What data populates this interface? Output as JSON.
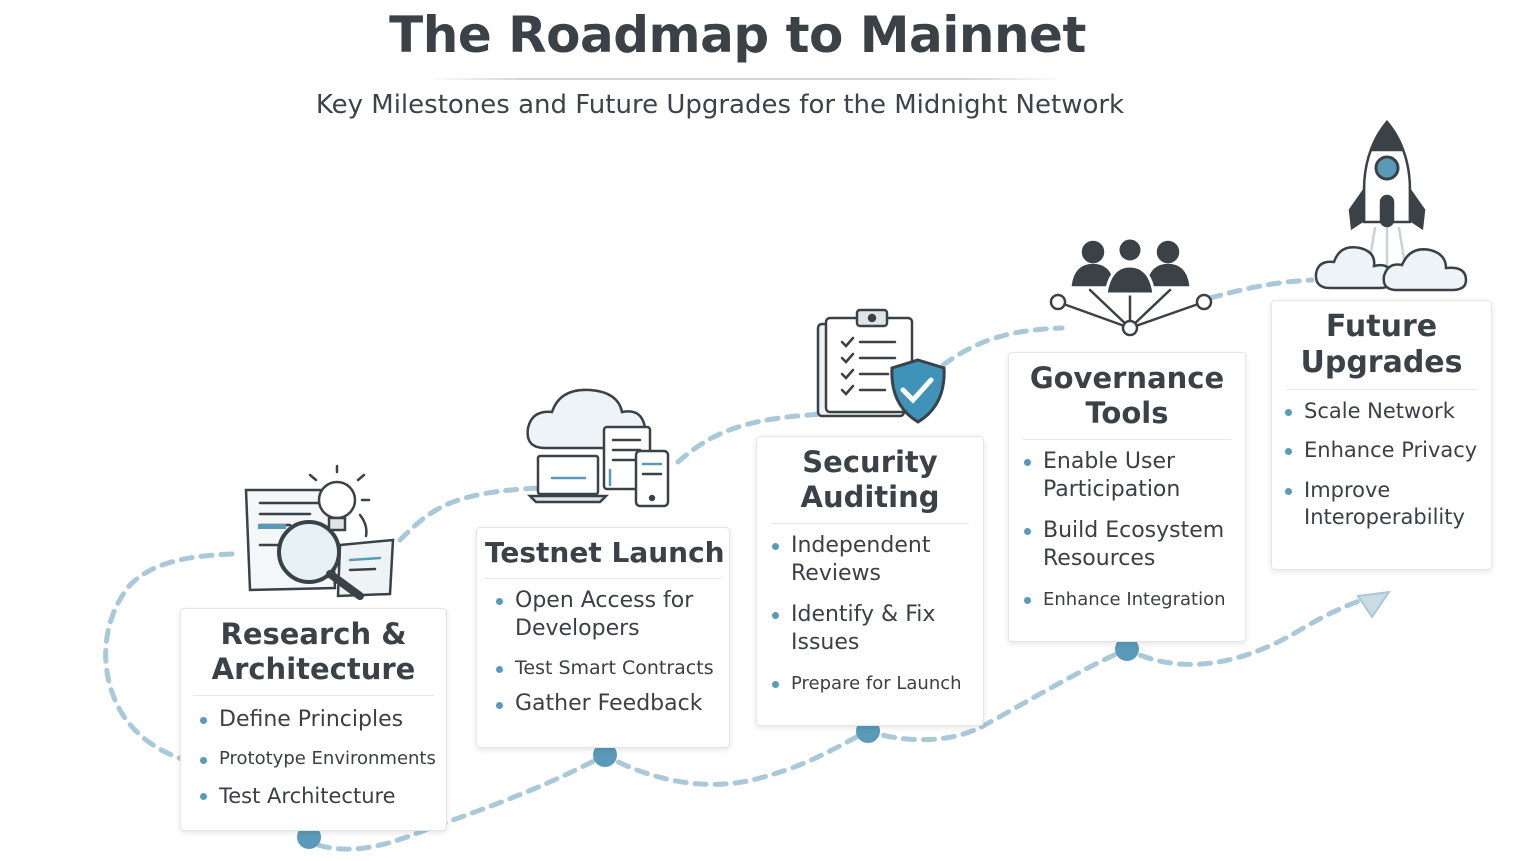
{
  "header": {
    "title": "The Roadmap to Mainnet",
    "subtitle": "Key Milestones and Future Upgrades for the Midnight Network"
  },
  "milestones": [
    {
      "title": "Research & Architecture",
      "icon": "magnifier-lightbulb-icon",
      "items": [
        "Define Principles",
        "Prototype Environments",
        "Test Architecture"
      ]
    },
    {
      "title": "Testnet Launch",
      "icon": "cloud-devices-icon",
      "items": [
        "Open Access for Developers",
        "Test Smart Contracts",
        "Gather Feedback"
      ]
    },
    {
      "title": "Security Auditing",
      "icon": "clipboard-shield-icon",
      "items": [
        "Independent Reviews",
        "Identify & Fix Issues",
        "Prepare for Launch"
      ]
    },
    {
      "title": "Governance Tools",
      "icon": "people-network-icon",
      "items": [
        "Enable User Participation",
        "Build Ecosystem Resources",
        "Enhance Integration"
      ]
    },
    {
      "title": "Future Upgrades",
      "icon": "rocket-icon",
      "items": [
        "Scale Network",
        "Enhance Privacy",
        "Improve Interoperability"
      ]
    }
  ],
  "colors": {
    "accent": "#5a9ab8",
    "dark": "#3a4248",
    "path": "#a9c8d8"
  }
}
